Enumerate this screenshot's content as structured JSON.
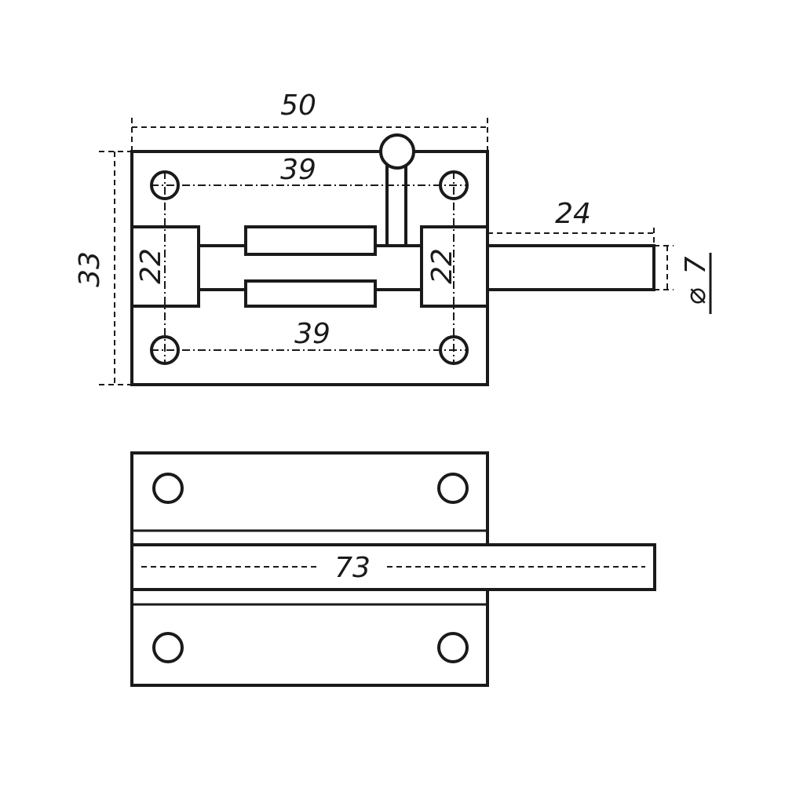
{
  "drawing": {
    "top_view": {
      "width_dim": "50",
      "hole_spacing_top": "39",
      "hole_spacing_bottom": "39",
      "height_dim": "33",
      "left_block_dim": "22",
      "right_block_dim": "22",
      "bolt_projection_dim": "24",
      "bolt_diameter_symbol": "⌀",
      "bolt_diameter_value": "7"
    },
    "front_view": {
      "bolt_length_dim": "73"
    }
  }
}
